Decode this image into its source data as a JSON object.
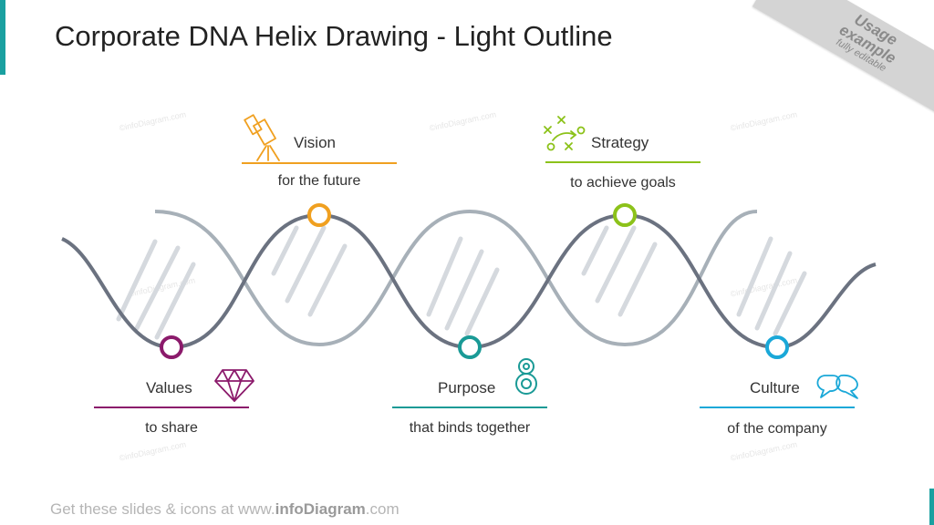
{
  "title": "Corporate DNA Helix Drawing  - Light Outline",
  "ribbon": {
    "line1": "Usage",
    "line2": "example",
    "line3": "fully editable"
  },
  "footer": {
    "prefix": "Get these slides & icons at www.",
    "brand": "infoDiagram",
    "suffix": ".com"
  },
  "watermark": "©infoDiagram.com",
  "items": [
    {
      "id": "values",
      "label": "Values",
      "sub": "to share",
      "color": "#8b1a6b",
      "icon": "diamond-icon"
    },
    {
      "id": "vision",
      "label": "Vision",
      "sub": "for the future",
      "color": "#f0a020",
      "icon": "telescope-icon"
    },
    {
      "id": "purpose",
      "label": "Purpose",
      "sub": "that binds together",
      "color": "#1a9a96",
      "icon": "location-pin-icon"
    },
    {
      "id": "strategy",
      "label": "Strategy",
      "sub": "to achieve goals",
      "color": "#8cc21a",
      "icon": "tactics-icon"
    },
    {
      "id": "culture",
      "label": "Culture",
      "sub": "of the company",
      "color": "#1aa8d8",
      "icon": "speech-bubbles-icon"
    }
  ],
  "helix": {
    "strand_dark": "#6b7280",
    "strand_light": "#a7b0b8",
    "rungs": "#d5d9de"
  }
}
